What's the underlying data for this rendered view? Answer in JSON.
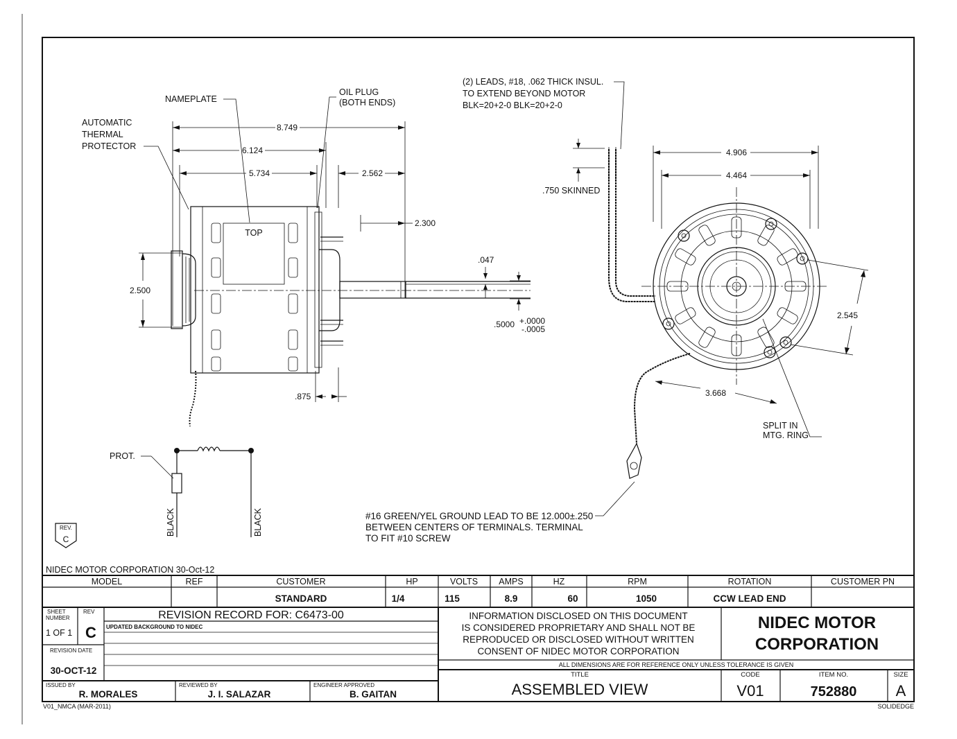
{
  "drawing": {
    "dimensions": {
      "d_8749": "8.749",
      "d_6124": "6.124",
      "d_5734": "5.734",
      "d_2562": "2.562",
      "d_2300": "2.300",
      "d_2500": "2.500",
      "d_047": ".047",
      "d_5000": ".5000",
      "tol_plus": "+.0000",
      "tol_minus": "-.0005",
      "d_875": ".875",
      "d_4906": "4.906",
      "d_4464": "4.464",
      "d_2545": "2.545",
      "d_3668": "3.668"
    },
    "labels": {
      "nameplate": "NAMEPLATE",
      "oil_plug_1": "OIL PLUG",
      "oil_plug_2": "(BOTH ENDS)",
      "thermal_1": "AUTOMATIC",
      "thermal_2": "THERMAL",
      "thermal_3": "PROTECTOR",
      "top": "TOP",
      "leads_1": "(2) LEADS, #18, .062 THICK INSUL.",
      "leads_2": "TO EXTEND BEYOND MOTOR",
      "leads_3": "BLK=20+2-0    BLK=20+2-0",
      "skinned": ".750 SKINNED",
      "split_1": "SPLIT IN",
      "split_2": "MTG. RING",
      "prot": "PROT.",
      "black_1": "BLACK",
      "black_2": "BLACK",
      "ground_1": "#16 GREEN/YEL GROUND LEAD TO BE 12.000±.250",
      "ground_2": "BETWEEN CENTERS OF TERMINALS. TERMINAL",
      "ground_3": "TO FIT #10 SCREW",
      "rev_badge_label": "REV.",
      "rev_badge_value": "C"
    }
  },
  "title_block": {
    "company_date": "NIDEC MOTOR CORPORATION 30-Oct-12",
    "headers": [
      "MODEL",
      "REF",
      "CUSTOMER",
      "HP",
      "VOLTS",
      "AMPS",
      "HZ",
      "RPM",
      "ROTATION",
      "CUSTOMER PN"
    ],
    "values": [
      "",
      "",
      "STANDARD",
      "1/4",
      "115",
      "8.9",
      "60",
      "1050",
      "CCW LEAD END",
      ""
    ],
    "sheet_number_label_1": "SHEET",
    "sheet_number_label_2": "NUMBER",
    "sheet_number": "1 OF 1",
    "rev_label": "REV",
    "rev": "C",
    "revision_record": "REVISION RECORD FOR: C6473-00",
    "revision_note": "UPDATED BACKGROUND TO NIDEC",
    "revision_date_label": "REVISION DATE",
    "revision_date": "30-OCT-12",
    "issued_by_label": "ISSUED BY",
    "issued_by": "R. MORALES",
    "reviewed_by_label": "REVIEWED BY",
    "reviewed_by": "J. I. SALAZAR",
    "engineer_label": "ENGINEER APPROVED",
    "engineer": "B. GAITAN",
    "info_1": "INFORMATION DISCLOSED ON THIS DOCUMENT",
    "info_2": "IS CONSIDERED PROPRIETARY AND SHALL NOT BE",
    "info_3": "REPRODUCED OR DISCLOSED WITHOUT WRITTEN",
    "info_4": "CONSENT OF NIDEC MOTOR CORPORATION",
    "company_1": "NIDEC MOTOR",
    "company_2": "CORPORATION",
    "dims_note": "ALL DIMENSIONS ARE FOR REFERENCE ONLY UNLESS TOLERANCE IS GIVEN",
    "title_label": "TITLE",
    "title": "ASSEMBLED VIEW",
    "code_label": "CODE",
    "code": "V01",
    "item_label": "ITEM NO.",
    "item": "752880",
    "size_label": "SIZE",
    "size": "A",
    "form_id": "V01_NMCA (MAR-2011)",
    "software": "SOLIDEDGE"
  }
}
